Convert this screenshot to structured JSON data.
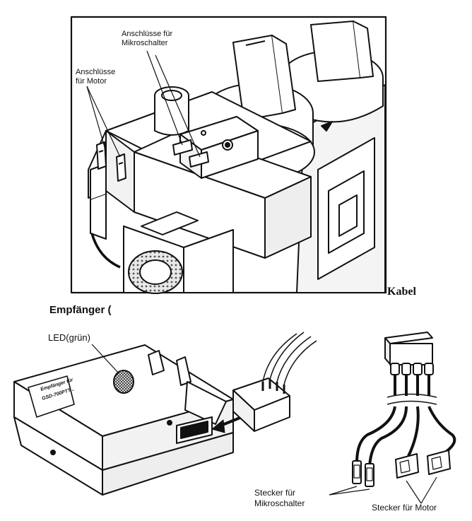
{
  "labels": {
    "motor_connectors": [
      "Anschlüsse",
      "für Motor"
    ],
    "microswitch_connectors": [
      "Anschlüsse für",
      "Mikroschalter"
    ],
    "cable": "Kabel",
    "receiver": "Empfänger (",
    "led": "LED(grün)",
    "plug_microswitch": [
      "Stecker für",
      "Mikroschalter"
    ],
    "plug_motor": "Stecker für Motor"
  },
  "receiver_sticker": [
    "Empfänger für",
    "GSD-700PTT..."
  ]
}
